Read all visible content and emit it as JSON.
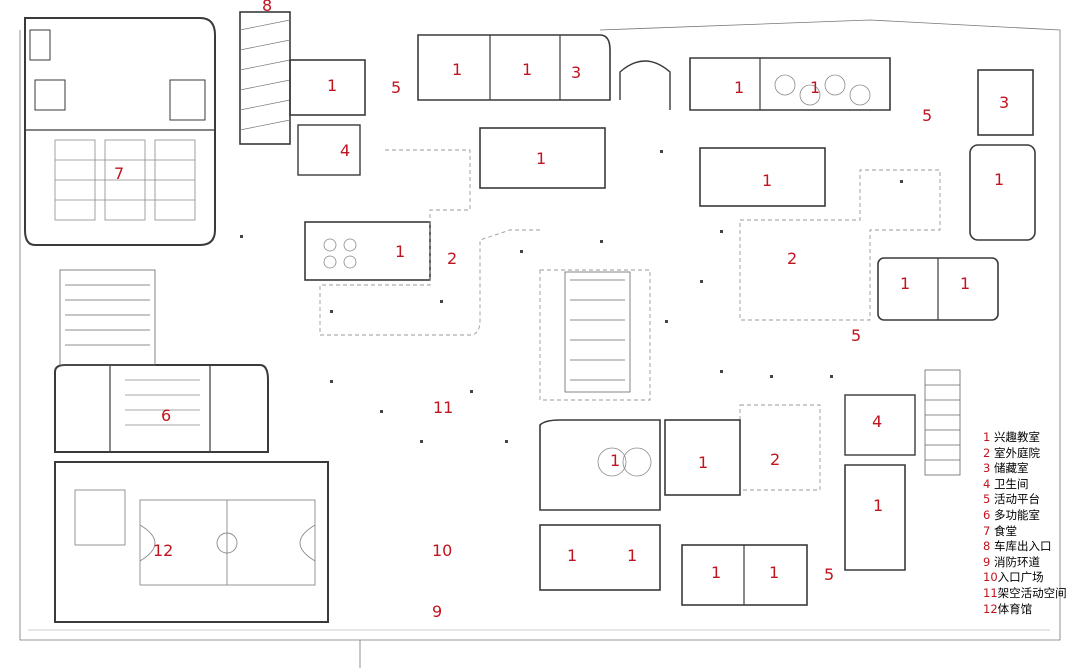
{
  "labels": {
    "l_8": "8",
    "l_7": "7",
    "l_1a": "1",
    "l_5a": "5",
    "l_1b": "1",
    "l_1c": "1",
    "l_3a": "3",
    "l_1d": "1",
    "l_1e": "1",
    "l_5b": "5",
    "l_3b": "3",
    "l_4a": "4",
    "l_1f": "1",
    "l_1g": "1",
    "l_1h": "1",
    "l_1i": "1",
    "l_2a": "2",
    "l_2b": "2",
    "l_1j": "1",
    "l_1k": "1",
    "l_5c": "5",
    "l_6": "6",
    "l_11": "11",
    "l_1l": "1",
    "l_1m": "1",
    "l_2c": "2",
    "l_4b": "4",
    "l_1n": "1",
    "l_12": "12",
    "l_10": "10",
    "l_1o": "1",
    "l_1p": "1",
    "l_1q": "1",
    "l_1r": "1",
    "l_5d": "5",
    "l_9": "9"
  },
  "legend": [
    {
      "num": "1",
      "text": "兴趣教室"
    },
    {
      "num": "2",
      "text": "室外庭院"
    },
    {
      "num": "3",
      "text": "储藏室"
    },
    {
      "num": "4",
      "text": "卫生间"
    },
    {
      "num": "5",
      "text": "活动平台"
    },
    {
      "num": "6",
      "text": "多功能室"
    },
    {
      "num": "7",
      "text": "食堂"
    },
    {
      "num": "8",
      "text": "车库出入口"
    },
    {
      "num": "9",
      "text": "消防环道"
    },
    {
      "num": "10",
      "text": "入口广场"
    },
    {
      "num": "11",
      "text": "架空活动空间"
    },
    {
      "num": "12",
      "text": "体育馆"
    }
  ],
  "colors": {
    "label": "#c0141e",
    "line": "#3a3a3a",
    "light": "#9a9a9a"
  }
}
